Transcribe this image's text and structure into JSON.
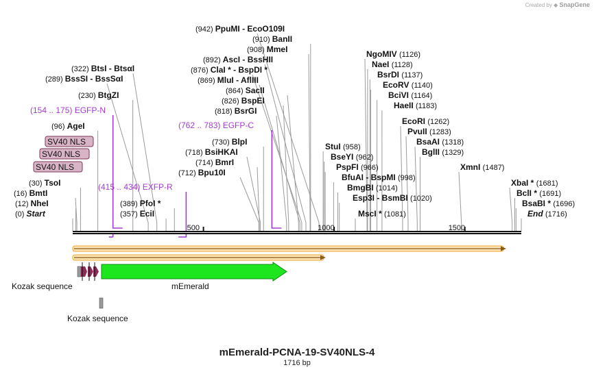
{
  "credit": {
    "prefix": "Created by",
    "brand": "SnapGene"
  },
  "map": {
    "name": "mEmerald-PCNA-19-SV40NLS-4",
    "length_label": "1716 bp",
    "length": 1716
  },
  "axis": {
    "ticks": [
      500,
      1000,
      1500
    ],
    "tick_labels": [
      "500",
      "1000",
      "1500"
    ]
  },
  "colors": {
    "primer": "#a23bd1",
    "nls_fill": "#d9b3c6",
    "orf": "#f3a530",
    "mEmerald": "#1ee61e",
    "kozak": "#999999"
  },
  "sites": [
    {
      "name": "Start",
      "pos": "(0)",
      "bp": 0,
      "italic": true
    },
    {
      "name": "NheI",
      "pos": "(12)",
      "bp": 12
    },
    {
      "name": "BmtI",
      "pos": "(16)",
      "bp": 16
    },
    {
      "name": "TsoI",
      "pos": "(30)",
      "bp": 30
    },
    {
      "name": "AgeI",
      "pos": "(96)",
      "bp": 96
    },
    {
      "name": "BtgZI",
      "pos": "(230)",
      "bp": 230
    },
    {
      "name": "BssSI - BssSαI",
      "pos": "(289)",
      "bp": 289
    },
    {
      "name": "BtsI - BtsαI",
      "pos": "(322)",
      "bp": 322
    },
    {
      "name": "EciI",
      "pos": "(357)",
      "bp": 357
    },
    {
      "name": "PfoI *",
      "pos": "(389)",
      "bp": 389
    },
    {
      "name": "Bpu10I",
      "pos": "(712)",
      "bp": 712
    },
    {
      "name": "BmrI",
      "pos": "(714)",
      "bp": 714
    },
    {
      "name": "BsiHKAI",
      "pos": "(718)",
      "bp": 718
    },
    {
      "name": "BlpI",
      "pos": "(730)",
      "bp": 730
    },
    {
      "name": "BsrGI",
      "pos": "(818)",
      "bp": 818
    },
    {
      "name": "BspEI",
      "pos": "(826)",
      "bp": 826
    },
    {
      "name": "SacII",
      "pos": "(864)",
      "bp": 864
    },
    {
      "name": "MluI - AflIII",
      "pos": "(869)",
      "bp": 869
    },
    {
      "name": "ClaI * - BspDI *",
      "pos": "(876)",
      "bp": 876
    },
    {
      "name": "AscI - BssHII",
      "pos": "(892)",
      "bp": 892
    },
    {
      "name": "MmeI",
      "pos": "(908)",
      "bp": 908
    },
    {
      "name": "BanII",
      "pos": "(910)",
      "bp": 910
    },
    {
      "name": "PpuMI - EcoO109I",
      "pos": "(942)",
      "bp": 942
    },
    {
      "name": "StuI",
      "pos": "(958)",
      "bp": 958
    },
    {
      "name": "BseYI",
      "pos": "(962)",
      "bp": 962
    },
    {
      "name": "PspFI",
      "pos": "(966)",
      "bp": 966
    },
    {
      "name": "BfuAI - BspMI",
      "pos": "(998)",
      "bp": 998
    },
    {
      "name": "BmgBI",
      "pos": "(1014)",
      "bp": 1014
    },
    {
      "name": "Esp3I - BsmBI",
      "pos": "(1020)",
      "bp": 1020
    },
    {
      "name": "MscI *",
      "pos": "(1081)",
      "bp": 1081
    },
    {
      "name": "NgoMIV",
      "pos": "(1126)",
      "bp": 1126
    },
    {
      "name": "NaeI",
      "pos": "(1128)",
      "bp": 1128
    },
    {
      "name": "BsrDI",
      "pos": "(1137)",
      "bp": 1137
    },
    {
      "name": "EcoRV",
      "pos": "(1140)",
      "bp": 1140
    },
    {
      "name": "BciVI",
      "pos": "(1164)",
      "bp": 1164
    },
    {
      "name": "HaeII",
      "pos": "(1183)",
      "bp": 1183
    },
    {
      "name": "EcoRI",
      "pos": "(1262)",
      "bp": 1262
    },
    {
      "name": "PvuII",
      "pos": "(1283)",
      "bp": 1283
    },
    {
      "name": "BsaAI",
      "pos": "(1318)",
      "bp": 1318
    },
    {
      "name": "BglII",
      "pos": "(1329)",
      "bp": 1329
    },
    {
      "name": "XmnI",
      "pos": "(1487)",
      "bp": 1487
    },
    {
      "name": "XbaI *",
      "pos": "(1681)",
      "bp": 1681
    },
    {
      "name": "BclI *",
      "pos": "(1691)",
      "bp": 1691
    },
    {
      "name": "BsaBI *",
      "pos": "(1696)",
      "bp": 1696
    },
    {
      "name": "End",
      "pos": "(1716)",
      "bp": 1716,
      "italic": true
    }
  ],
  "primers": [
    {
      "range": "(154 .. 175)",
      "name": "EGFP-N",
      "start": 154,
      "end": 175,
      "dir": "forward"
    },
    {
      "range": "(415 .. 434)",
      "name": "EXFP-R",
      "start": 415,
      "end": 434,
      "dir": "reverse"
    },
    {
      "range": "(762 .. 783)",
      "name": "EGFP-C",
      "start": 762,
      "end": 783,
      "dir": "forward"
    }
  ],
  "nls_labels": [
    "SV40 NLS",
    "SV40 NLS",
    "SV40 NLS"
  ],
  "features": {
    "kozak_label_1": "Kozak sequence",
    "kozak_label_2": "Kozak sequence",
    "mEmerald_label": "mEmerald"
  }
}
